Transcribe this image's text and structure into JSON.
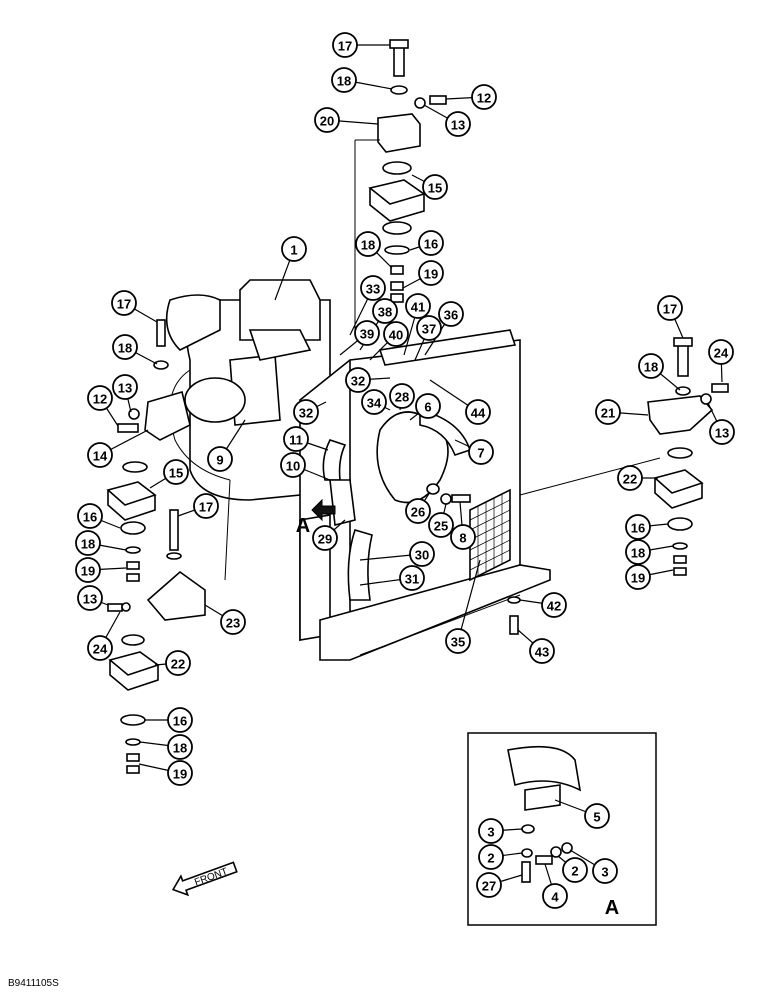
{
  "drawing": {
    "code": "B9411105S",
    "front_label": "FRONT",
    "view_marker": "A",
    "inset_marker": "A"
  },
  "callouts": [
    {
      "id": "c17a",
      "label": "17"
    },
    {
      "id": "c18a",
      "label": "18"
    },
    {
      "id": "c12a",
      "label": "12"
    },
    {
      "id": "c13a",
      "label": "13"
    },
    {
      "id": "c20",
      "label": "20"
    },
    {
      "id": "c15a",
      "label": "15"
    },
    {
      "id": "c18b",
      "label": "18"
    },
    {
      "id": "c16a",
      "label": "16"
    },
    {
      "id": "c19a",
      "label": "19"
    },
    {
      "id": "c1",
      "label": "1"
    },
    {
      "id": "c33",
      "label": "33"
    },
    {
      "id": "c38",
      "label": "38"
    },
    {
      "id": "c41",
      "label": "41"
    },
    {
      "id": "c36",
      "label": "36"
    },
    {
      "id": "c39",
      "label": "39"
    },
    {
      "id": "c40",
      "label": "40"
    },
    {
      "id": "c37",
      "label": "37"
    },
    {
      "id": "c17b",
      "label": "17"
    },
    {
      "id": "c18c",
      "label": "18"
    },
    {
      "id": "c13b",
      "label": "13"
    },
    {
      "id": "c12b",
      "label": "12"
    },
    {
      "id": "c14",
      "label": "14"
    },
    {
      "id": "c9",
      "label": "9"
    },
    {
      "id": "c32a",
      "label": "32"
    },
    {
      "id": "c32b",
      "label": "32"
    },
    {
      "id": "c34",
      "label": "34"
    },
    {
      "id": "c28",
      "label": "28"
    },
    {
      "id": "c6",
      "label": "6"
    },
    {
      "id": "c44",
      "label": "44"
    },
    {
      "id": "c11",
      "label": "11"
    },
    {
      "id": "c7",
      "label": "7"
    },
    {
      "id": "c10",
      "label": "10"
    },
    {
      "id": "c15b",
      "label": "15"
    },
    {
      "id": "c17c",
      "label": "17"
    },
    {
      "id": "c16b",
      "label": "16"
    },
    {
      "id": "c18d",
      "label": "18"
    },
    {
      "id": "c19b",
      "label": "19"
    },
    {
      "id": "c29",
      "label": "29"
    },
    {
      "id": "c26",
      "label": "26"
    },
    {
      "id": "c25",
      "label": "25"
    },
    {
      "id": "c8",
      "label": "8"
    },
    {
      "id": "c30",
      "label": "30"
    },
    {
      "id": "c31",
      "label": "31"
    },
    {
      "id": "c13c",
      "label": "13"
    },
    {
      "id": "c24a",
      "label": "24"
    },
    {
      "id": "c23",
      "label": "23"
    },
    {
      "id": "c22a",
      "label": "22"
    },
    {
      "id": "c16c",
      "label": "16"
    },
    {
      "id": "c18e",
      "label": "18"
    },
    {
      "id": "c19c",
      "label": "19"
    },
    {
      "id": "c17d",
      "label": "17"
    },
    {
      "id": "c18f",
      "label": "18"
    },
    {
      "id": "c24b",
      "label": "24"
    },
    {
      "id": "c21",
      "label": "21"
    },
    {
      "id": "c13d",
      "label": "13"
    },
    {
      "id": "c22b",
      "label": "22"
    },
    {
      "id": "c16d",
      "label": "16"
    },
    {
      "id": "c18g",
      "label": "18"
    },
    {
      "id": "c19d",
      "label": "19"
    },
    {
      "id": "c42",
      "label": "42"
    },
    {
      "id": "c43",
      "label": "43"
    },
    {
      "id": "c35",
      "label": "35"
    },
    {
      "id": "c5",
      "label": "5"
    },
    {
      "id": "c3a",
      "label": "3"
    },
    {
      "id": "c2a",
      "label": "2"
    },
    {
      "id": "c2b",
      "label": "2"
    },
    {
      "id": "c3b",
      "label": "3"
    },
    {
      "id": "c27",
      "label": "27"
    },
    {
      "id": "c4",
      "label": "4"
    }
  ]
}
